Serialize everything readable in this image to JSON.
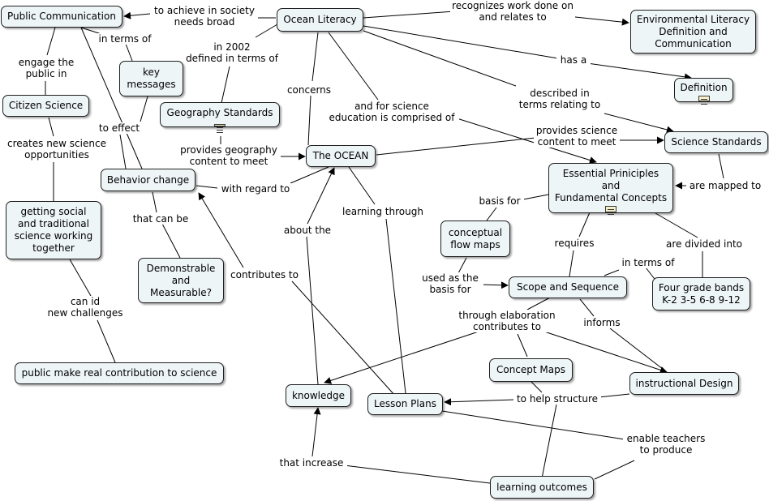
{
  "nodes": {
    "ocean_literacy": "Ocean Literacy",
    "public_communication": "Public Communication",
    "env_literacy": "Environmental Literacy\nDefinition and\nCommunication",
    "definition": "Definition",
    "key_messages": "key\nmessages",
    "geography_standards": "Geography Standards",
    "citizen_science": "Citizen Science",
    "the_ocean": "The OCEAN",
    "science_standards": "Science Standards",
    "essential_principles": "Essential Priniciples\nand\nFundamental Concepts",
    "behavior_change": "Behavior change",
    "getting_social": "getting social\nand traditional\nscience working\ntogether",
    "conceptual_flow_maps": "conceptual\nflow maps",
    "demonstrable": "Demonstrable\nand\nMeasurable?",
    "scope_sequence": "Scope and Sequence",
    "four_grade_bands": "Four grade bands\nK-2 3-5 6-8 9-12",
    "concept_maps": "Concept Maps",
    "instructional_design": "instructional Design",
    "public_contribution": "public make real contribution to science",
    "knowledge": "knowledge",
    "lesson_plans": "Lesson Plans",
    "learning_outcomes": "learning outcomes"
  },
  "links": {
    "to_achieve": "to achieve in society\nneeds broad",
    "recognizes": "recognizes work done on\nand relates to",
    "in_2002": "in 2002\ndefined in terms of",
    "has_a": "has a",
    "in_terms_of_1": "in terms of",
    "engage": "engage the\npublic in",
    "concerns": "concerns",
    "and_for_science": "and for science\neducation is comprised of",
    "described_in": "described in\nterms relating to",
    "to_effect": "to effect",
    "creates": "creates new science\nopportunities",
    "provides_science": "provides science\ncontent to meet",
    "provides_geography": "provides geography\ncontent to meet",
    "with_regard_to": "with regard to",
    "are_mapped_to": "are mapped to",
    "basis_for": "basis for",
    "that_can_be": "that can be",
    "learning_through": "learning through",
    "about_the": "about the",
    "requires": "requires",
    "are_divided_into": "are divided into",
    "in_terms_of_2": "in terms of",
    "contributes_to": "contributes to",
    "used_as": "used as the\nbasis for",
    "can_id": "can id\nnew challenges",
    "through_elaboration": "through elaboration\ncontributes to",
    "informs": "informs",
    "to_help_structure": "to help structure",
    "enable_teachers": "enable teachers\nto produce",
    "that_increase": "that increase"
  }
}
